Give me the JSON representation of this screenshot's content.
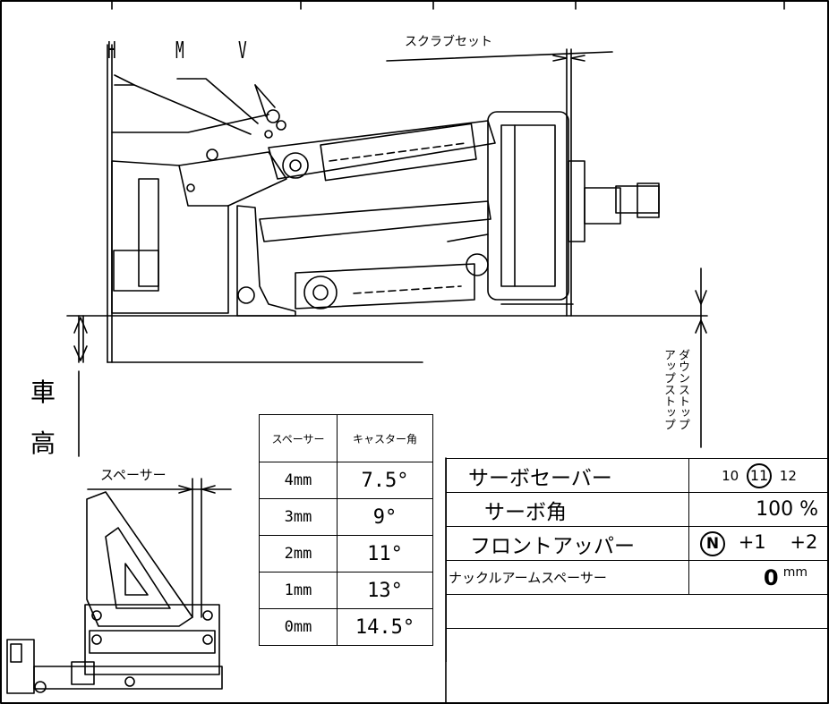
{
  "labels": {
    "h": "H",
    "m": "M",
    "v": "V",
    "scrub_set": "スクラブセット",
    "ride_height_1": "車",
    "ride_height_2": "高",
    "spacer": "スペーサー",
    "downstop": "ダウンストップ",
    "upstop": "アップストップ"
  },
  "caster_table": {
    "headers": [
      "スペーサー",
      "キャスター角"
    ],
    "rows": [
      {
        "spacer": "4mm",
        "angle": "7.5°"
      },
      {
        "spacer": "3mm",
        "angle": "9°"
      },
      {
        "spacer": "2mm",
        "angle": "11°"
      },
      {
        "spacer": "1mm",
        "angle": "13°"
      },
      {
        "spacer": "0mm",
        "angle": "14.5°"
      }
    ]
  },
  "settings_table": {
    "servo_saver": {
      "label": "サーボセーバー",
      "opt1": "10",
      "opt2": "11",
      "opt3": "12"
    },
    "servo_angle": {
      "label": "サーボ角",
      "value": "100 %"
    },
    "front_upper": {
      "label": "フロントアッパー",
      "opt1": "N",
      "opt2": "+1",
      "opt3": "+2"
    },
    "knuckle_spacer": {
      "label": "ナックルアームスペーサー",
      "value": "0",
      "unit": "mm"
    }
  }
}
